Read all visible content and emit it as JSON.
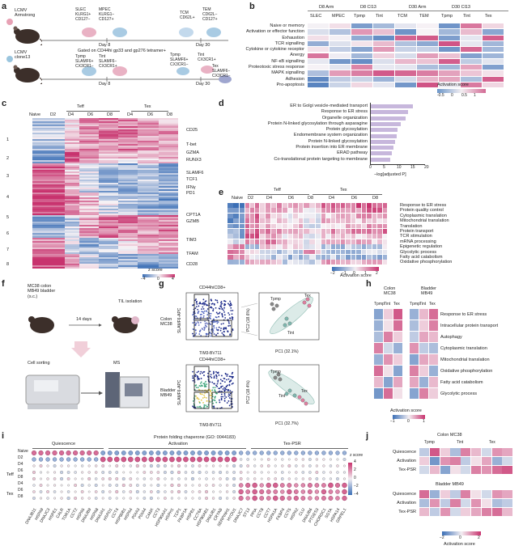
{
  "panels": {
    "a": "a",
    "b": "b",
    "c": "c",
    "d": "d",
    "e": "e",
    "f": "f",
    "g": "g",
    "h": "h",
    "i": "i",
    "j": "j"
  },
  "a": {
    "lcmv_arm": "LCMV\nArmstrong",
    "lcmv_cl13": "LCMV\nclone13",
    "slec": "SLEC\nKLRG1+\nCD127−",
    "mpec": "MPEC\nKLRG1−\nCD127+",
    "tcm": "TCM\nCD62L+",
    "tem": "TEM\nCD62L−\nCD127+",
    "day8": "Day 8",
    "day30": "Day 30",
    "gated": "Gated on CD44hi gp33 and gp276 tetramer+",
    "tpmp": "Tpmp\nSLAMF6+\nCX3CR1−",
    "tint": "Tint\nSLAMF6−\nCX3CR1+",
    "tpmp2": "Tpmp\nSLAMF6+\nCX3CR1−",
    "tint2": "Tint\nCX3CR1+",
    "tex": "Tex\nSLAMF6−\nCX3CR1−",
    "day8b": "Day 8",
    "day30b": "Day 30"
  },
  "b": {
    "groups": [
      "D8 Arm",
      "D8 Cl13",
      "D30 Arm",
      "D30 Cl13"
    ],
    "cols": [
      "SLEC",
      "MPEC",
      "Tpmp",
      "Tint",
      "TCM",
      "TEM",
      "Tpmp",
      "Tint",
      "Tex"
    ],
    "rows": [
      "Naive or memory",
      "Activation or effector function",
      "Exhaustion",
      "TCR signalling",
      "Cytokine or cytokine receptor",
      "Anergy",
      "NF-κB signalling",
      "Proteotoxic stress response",
      "MAPK signalling",
      "Adhesion",
      "Pro-apoptosis"
    ],
    "legend_title": "Activation score",
    "legend_ticks": [
      "-0.5",
      "0",
      "0.5",
      "1"
    ]
  },
  "c": {
    "cols": [
      "Naive",
      "D2",
      "D4",
      "D6",
      "D8",
      "D4",
      "D6",
      "D8"
    ],
    "teff": "Teff",
    "tex": "Tex",
    "clusters": [
      "1",
      "2",
      "3",
      "4",
      "5",
      "6",
      "7",
      "8"
    ],
    "genes": [
      "CD25",
      "T-bet",
      "GZMA",
      "RUNX3",
      "SLAMF6",
      "TCF1",
      "IFNγ",
      "PD1",
      "CPT1A",
      "GZMB",
      "TIM3",
      "TFAM",
      "CD28"
    ],
    "legend_title": "z score",
    "legend_ticks": [
      "−4",
      "0",
      "4"
    ]
  },
  "d": {
    "terms": [
      "ER to Golgi vesicle-mediated transport",
      "Response to ER stress",
      "Organelle organization",
      "Protein N-linked glycosylation through asparagine",
      "Protein glycosylation",
      "Endomembrane system organization",
      "Protein N-linked glycosylation",
      "Protein insertion into ER membrane",
      "ERAD pathway",
      "Co-translational protein targeting to membrane"
    ],
    "xlabel": "−log[adjusted P]",
    "xticks": [
      "0",
      "5",
      "10",
      "15",
      "20"
    ]
  },
  "e": {
    "cols": [
      "Naive",
      "D2",
      "D4",
      "D6",
      "D8",
      "D4",
      "D6",
      "D8"
    ],
    "teff": "Teff",
    "tex": "Tex",
    "rows": [
      "Response to ER stress",
      "Protein quality control",
      "Cytoplasmic translation",
      "Mitochondrial translation",
      "Translation",
      "Protein transport",
      "TCR stimulation",
      "mRNA processing",
      "Epigenetic regulation",
      "Glycolytic process",
      "Fatty acid catabolism",
      "Oxidative phosphorylation"
    ],
    "legend_title": "Activation score",
    "legend_ticks": [
      "−2",
      "−1",
      "0",
      "1",
      "2"
    ]
  },
  "f": {
    "models": "MC38 colon\nMB49 bladder\n(s.c.)",
    "days": "14 days",
    "til": "TIL isolation",
    "sorting": "Cell sorting",
    "ms": "MS"
  },
  "g": {
    "gate_title1": "CD44hiCD8+",
    "gate_title2": "CD44hiCD8+",
    "colon": "Colon\nMC38",
    "bladder": "Bladder\nMB49",
    "ylab": "SLAMF6-APC",
    "xlab": "TIM3-BV711",
    "pc1_1": "PC1 (32.1%)",
    "pc2_1": "PC2 (18.6%)",
    "pc1_2": "PC1 (32.7%)",
    "pc2_2": "PC2 (18.4%)",
    "tpmp": "Tpmp",
    "tint": "Tint",
    "tex": "Tex",
    "ticks_x": [
      "−10⁴",
      "0",
      "10⁴",
      "10⁵"
    ],
    "ticks_y": [
      "10⁵",
      "10⁴",
      "0",
      "−10⁴"
    ],
    "pca_x": [
      "−50",
      "0",
      "50",
      "100"
    ],
    "pca_y": [
      "50",
      "0",
      "−50"
    ]
  },
  "h": {
    "colon": "Colon\nMC38",
    "bladder": "Bladder\nMB49",
    "cols": [
      "Tpmp",
      "Tint",
      "Tex"
    ],
    "rows": [
      "Response to ER stress",
      "Intracellular protein transport",
      "Autophagy",
      "Cytoplasmic translation",
      "Mitochondrial translation",
      "Oxidative phosphorylation",
      "Fatty acid catabolism",
      "Glycolytic process"
    ],
    "legend_title": "Activation score",
    "legend_ticks": [
      "−1",
      "0",
      "1"
    ]
  },
  "i": {
    "title": "Protein folding chaperone (GO: 0044183)",
    "sections": [
      "Quiescence",
      "Activation",
      "Tex-PSR"
    ],
    "rows": [
      "Naive",
      "D2",
      "D4",
      "D6",
      "D8",
      "D4",
      "D6",
      "D8"
    ],
    "teff": "Teff",
    "tex": "Tex",
    "genes": [
      "DNAJB11",
      "HSPA9",
      "DNAJC3",
      "HSPE1",
      "CALR",
      "TOR1A",
      "CCT2",
      "HSPA5",
      "DNAJB9",
      "HSPA8",
      "DNAJA1",
      "HSPD1",
      "CCT4",
      "HSP90B1",
      "HSPA4",
      "PDIA3",
      "PDIA4",
      "CANX",
      "CCT3",
      "HSP90AA1",
      "HSPH1",
      "TCP1",
      "FKBP1A",
      "HSPB1",
      "CCT6A",
      "HSP90AB1",
      "DNAJB1",
      "CRYAB",
      "SERPINH1",
      "HYOU1",
      "DNAJC7",
      "ST13",
      "PPIA",
      "CCT8",
      "CCT7",
      "HSPA1A",
      "FKBP4",
      "CCT5",
      "HSPA2",
      "CLU",
      "DNAJB6",
      "PTGES3",
      "CHORDC1",
      "SGTA",
      "HSPA14",
      "GRPEL1"
    ],
    "legend_title": "z score",
    "legend_ticks": [
      "4",
      "2",
      "0",
      "−2",
      "−4"
    ]
  },
  "j": {
    "colon_title": "Colon MC38",
    "bladder_title": "Bladder MB49",
    "cols": [
      "Tpmp",
      "Tint",
      "Tex"
    ],
    "rows": [
      "Quiescence",
      "Activation",
      "Tex-PSR"
    ],
    "legend_title": "Activation score",
    "legend_ticks": [
      "−2",
      "0",
      "2"
    ]
  },
  "colors": {
    "red": "#c8336e",
    "blue": "#3b6fb6",
    "white": "#f7f3f6",
    "purple_bar": "#c7b7dc"
  }
}
